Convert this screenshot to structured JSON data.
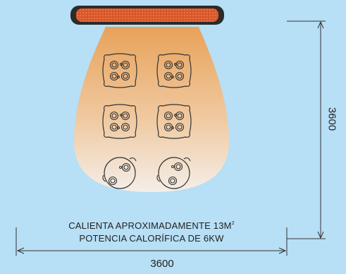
{
  "caption": {
    "line1": "CALIENTA APROXIMADAMENTE 13M",
    "line1_superscript": "2",
    "line2": "POTENCIA CALORÍFICA DE 6KW"
  },
  "dimensions": {
    "width_label": "3600",
    "depth_label": "3600"
  },
  "colors": {
    "background": "#b7dff5",
    "heat_top": "#e8a25a",
    "heat_bottom": "#f4eee8",
    "heater_body": "#2b2b2b",
    "heater_element": "#d9562b",
    "line": "#333333"
  },
  "heater": {
    "name": "patio heater"
  },
  "tables": [
    {
      "id": "table-1",
      "seats": 4
    },
    {
      "id": "table-2",
      "seats": 4
    },
    {
      "id": "table-3",
      "seats": 4
    },
    {
      "id": "table-4",
      "seats": 4
    },
    {
      "id": "table-5",
      "seats": 2
    },
    {
      "id": "table-6",
      "seats": 2
    }
  ]
}
